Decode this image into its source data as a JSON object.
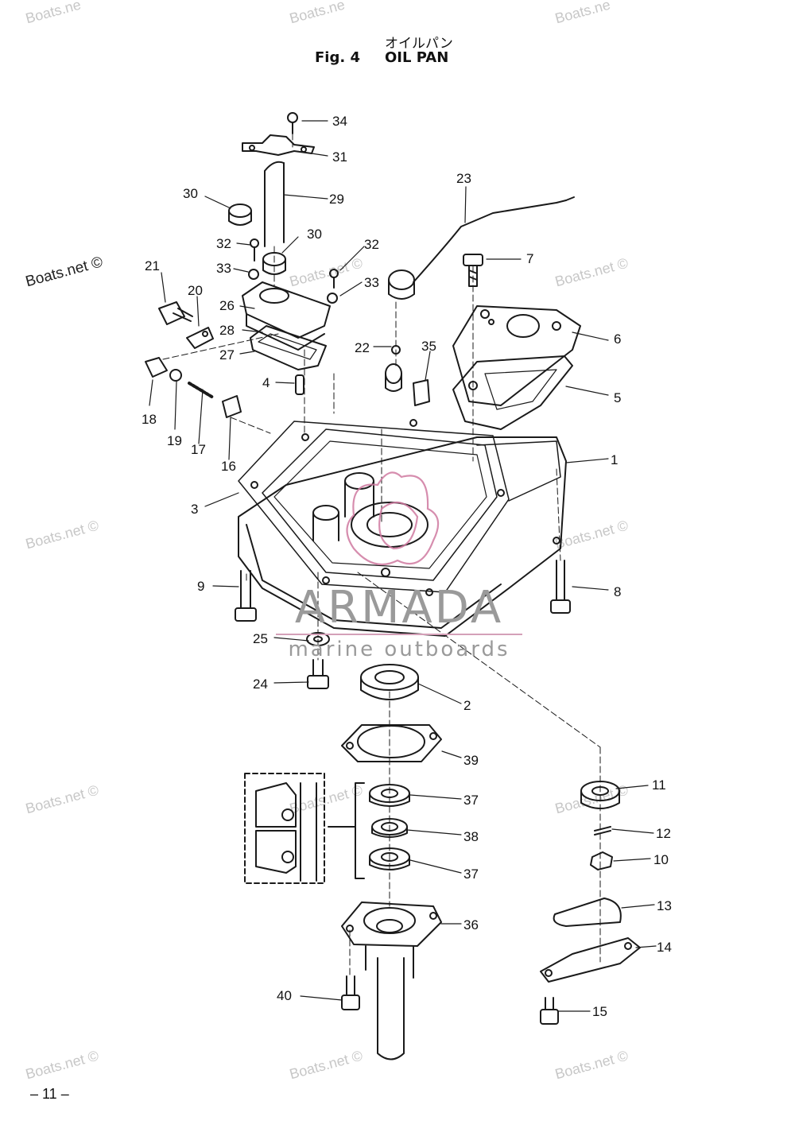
{
  "header": {
    "title_jp": "オイルパン",
    "fig_label": "Fig. 4",
    "title": "OIL PAN"
  },
  "watermarks": {
    "boats": "Boats.net ©",
    "boats_partial": "Boats.ne",
    "brand_big": "ARMADA",
    "brand_small": "marine outboards"
  },
  "page_number": "– 11 –",
  "part_labels": [
    "1",
    "2",
    "3",
    "4",
    "5",
    "6",
    "7",
    "8",
    "9",
    "10",
    "11",
    "12",
    "13",
    "14",
    "15",
    "16",
    "17",
    "18",
    "19",
    "20",
    "21",
    "22",
    "23",
    "24",
    "25",
    "26",
    "27",
    "28",
    "29",
    "30",
    "30",
    "31",
    "32",
    "32",
    "33",
    "33",
    "34",
    "35",
    "36",
    "37",
    "37",
    "38",
    "39",
    "40"
  ],
  "colors": {
    "line": "#1a1a1a",
    "watermark": "#c7c7c7",
    "logo_pink": "#d07aa0"
  }
}
